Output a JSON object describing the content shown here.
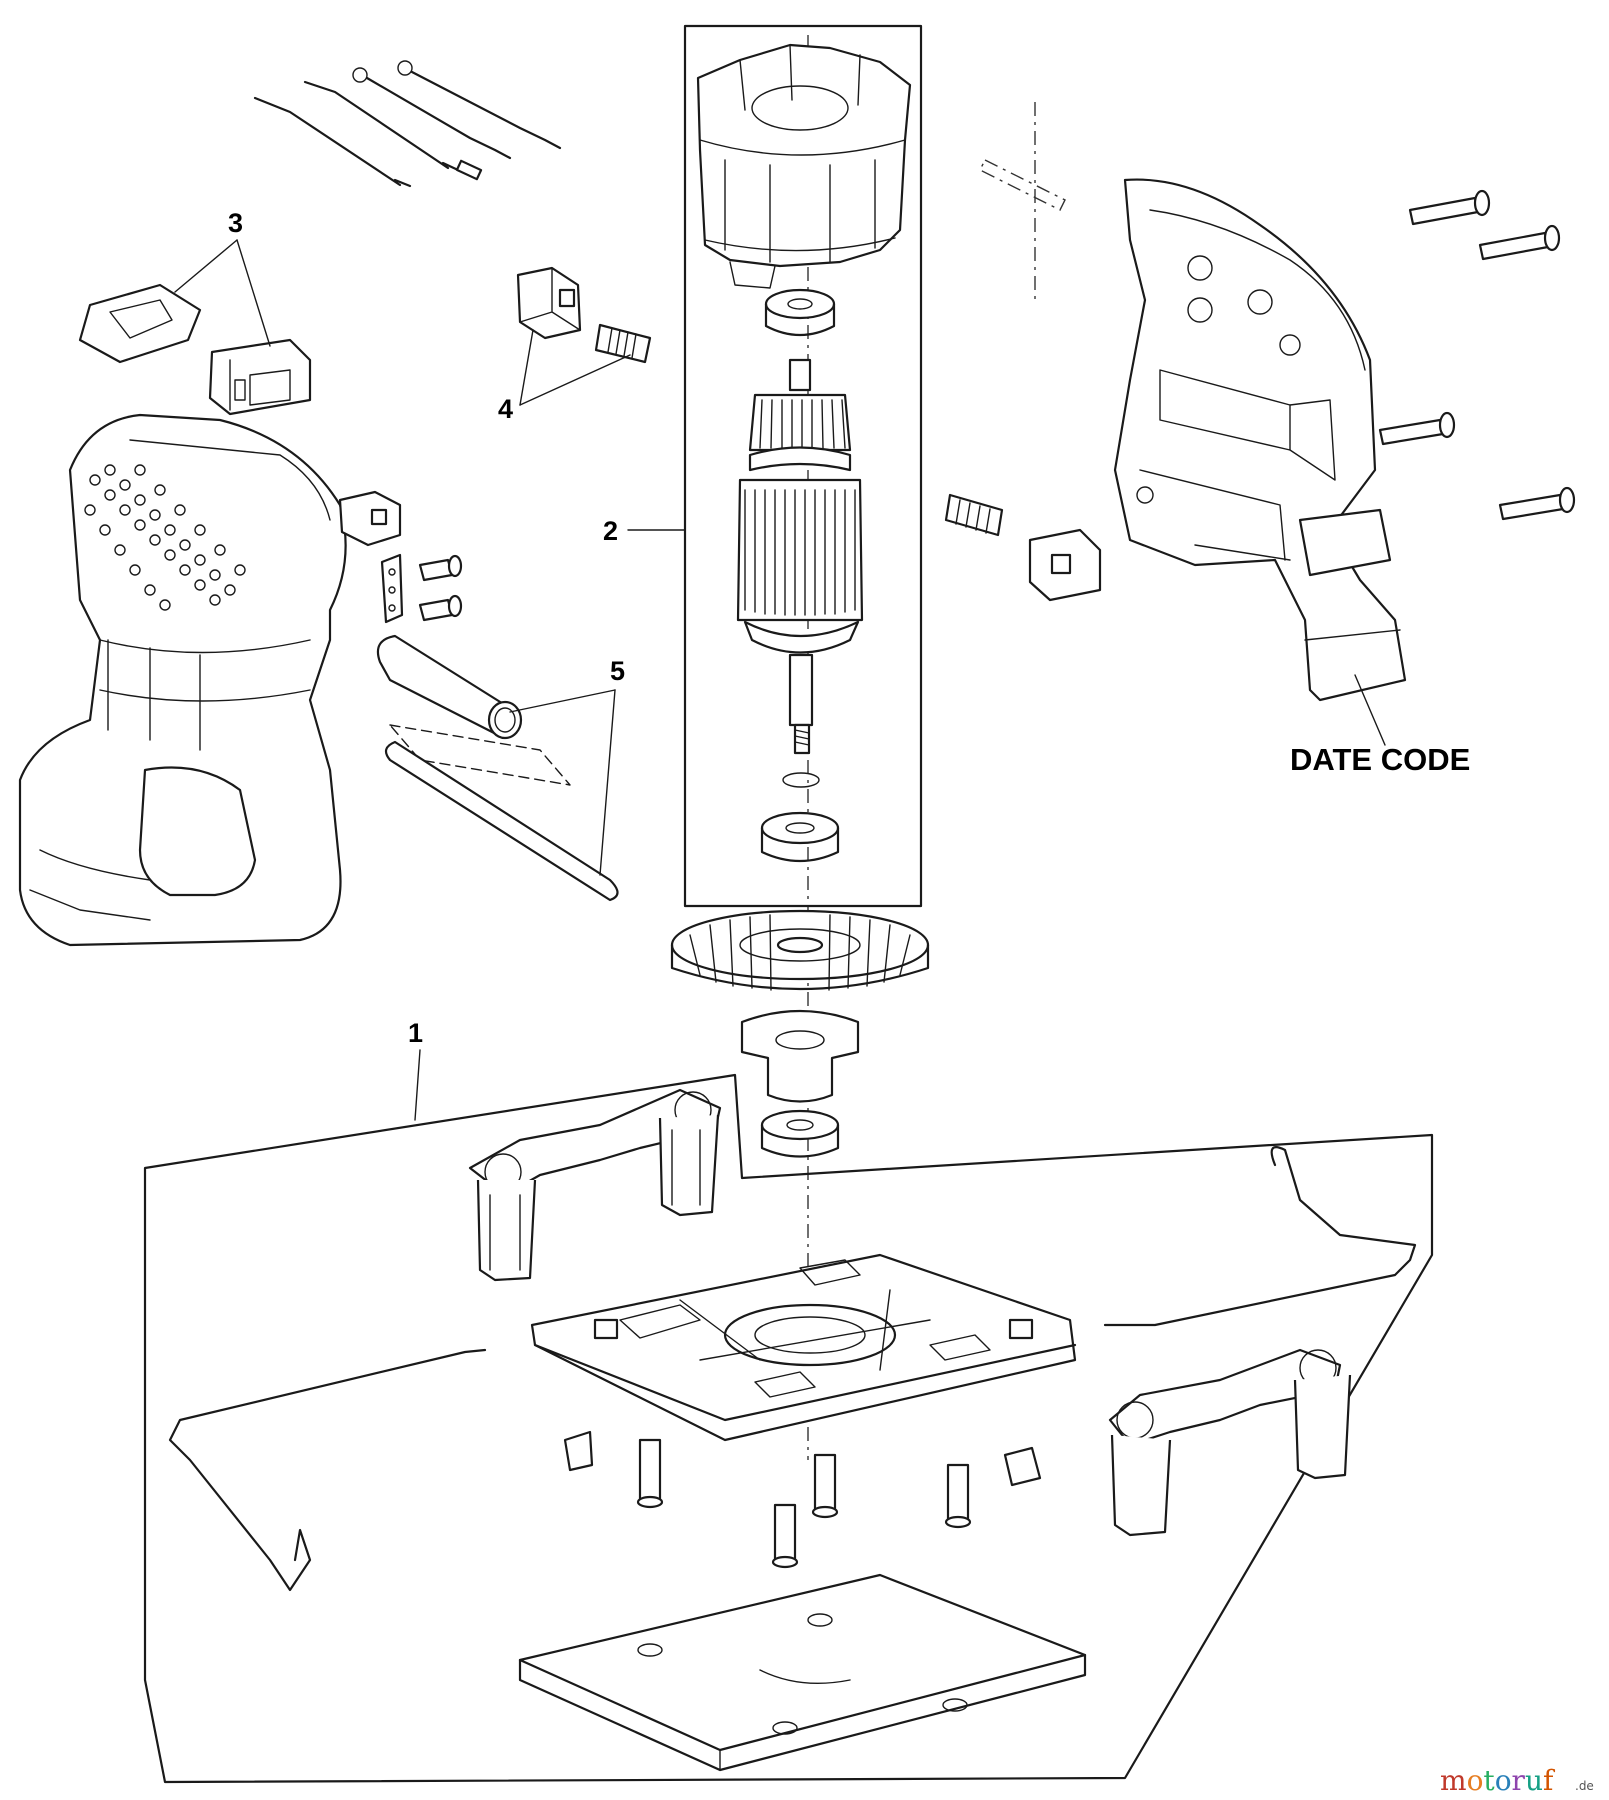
{
  "callouts": {
    "c1": "1",
    "c2": "2",
    "c3": "3",
    "c4": "4",
    "c5": "5"
  },
  "labels": {
    "date_code": "DATE CODE"
  },
  "watermark": {
    "brand": "motoruf",
    "tld": ".de"
  },
  "colors": {
    "line": "#1a1a1a",
    "background": "#ffffff",
    "watermark_m": "#c0392b",
    "watermark_o1": "#e67e22",
    "watermark_t": "#27ae60",
    "watermark_o2": "#2980b9",
    "watermark_r": "#8e44ad",
    "watermark_u": "#16a085",
    "watermark_f": "#d35400"
  }
}
